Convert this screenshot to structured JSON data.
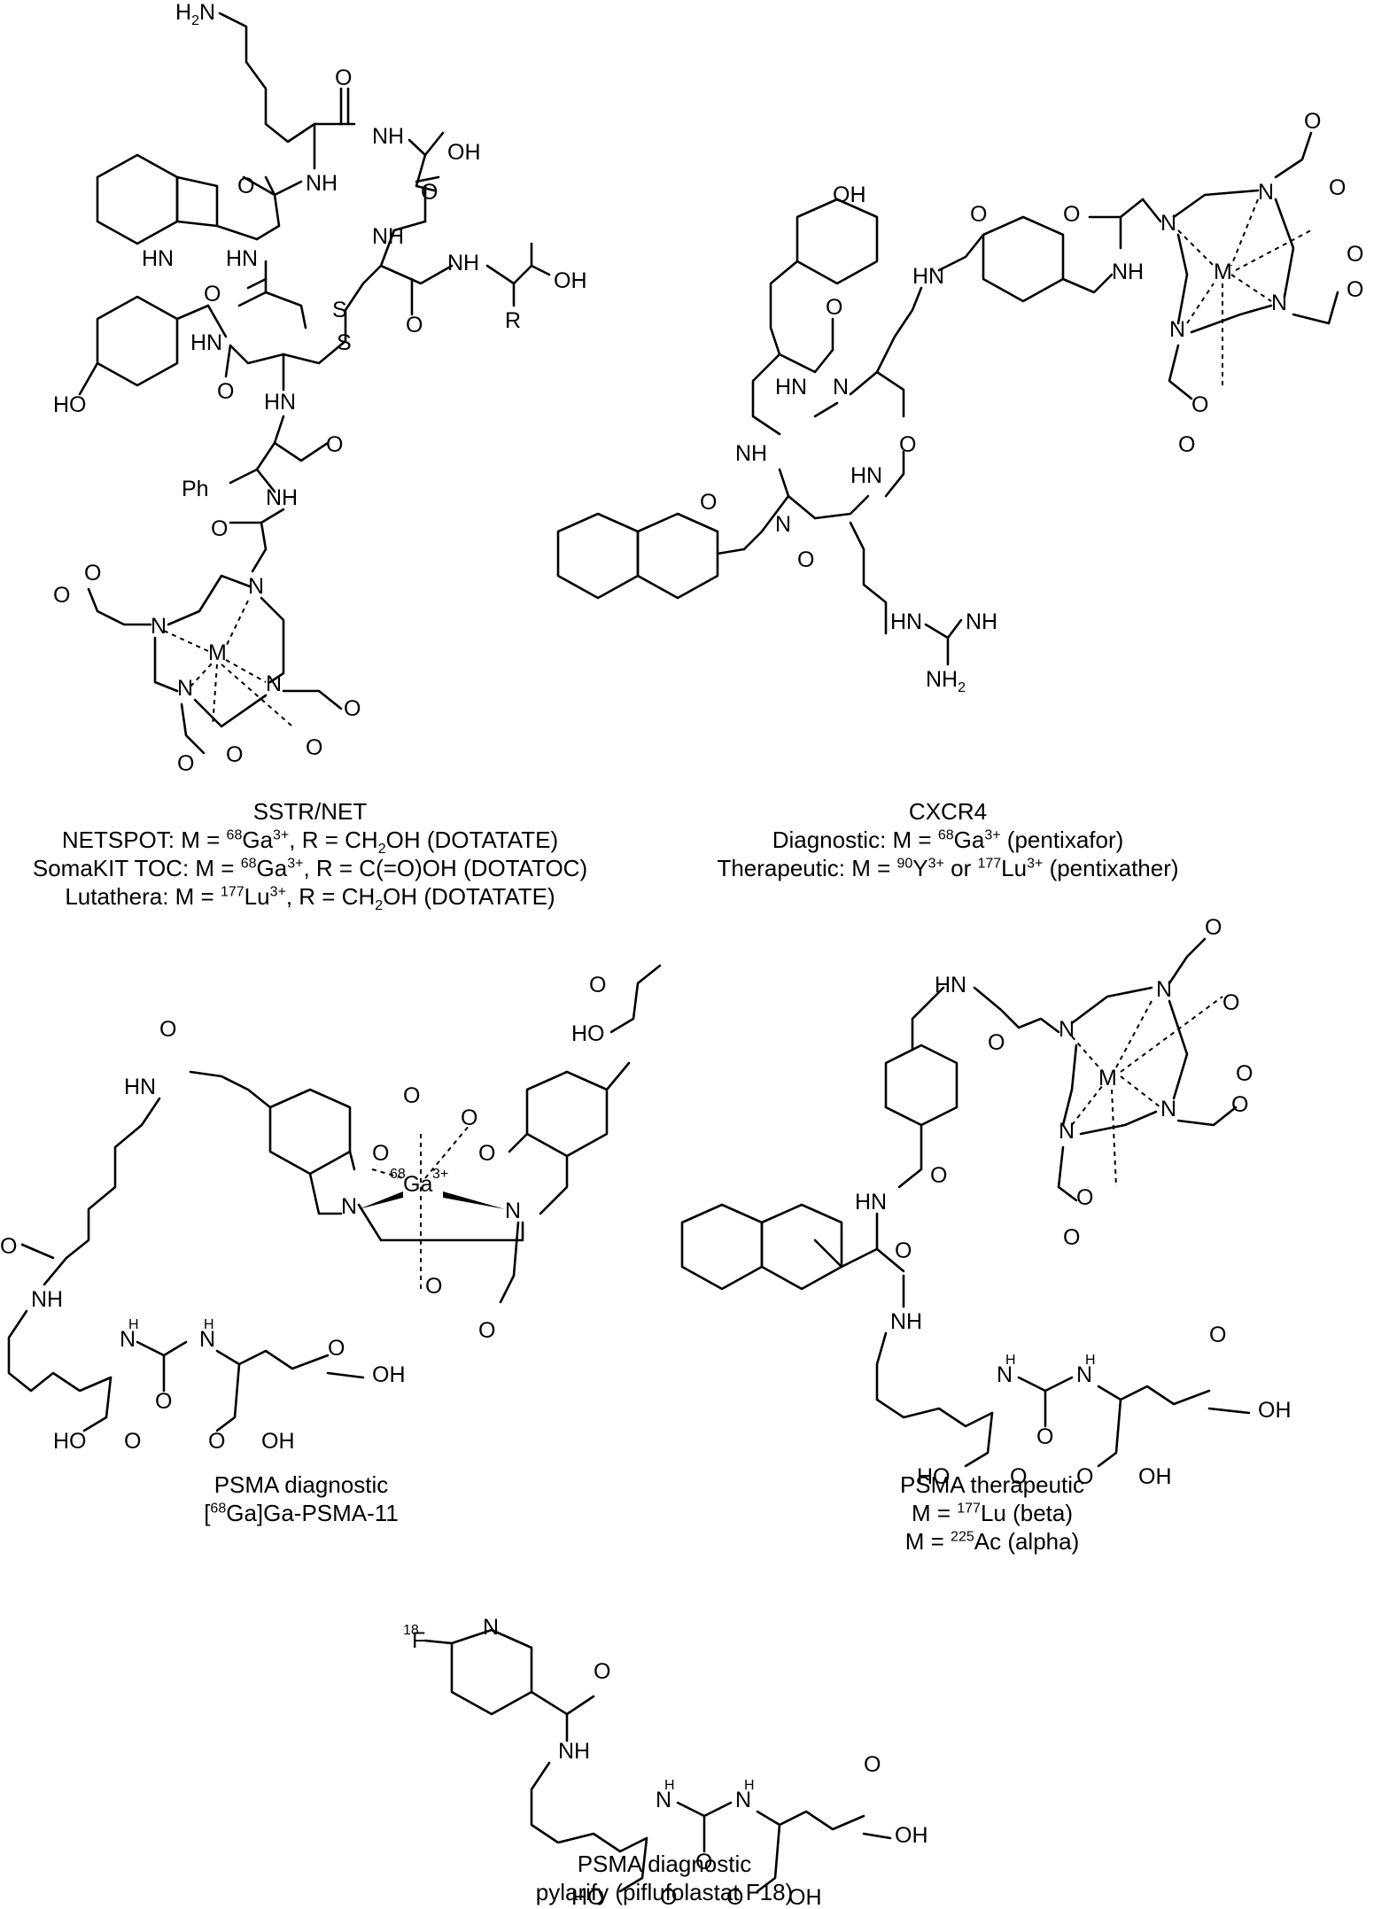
{
  "panels": {
    "sstr": {
      "title": "SSTR/NET",
      "lines": [
        {
          "name": "NETSPOT",
          "iso": "68",
          "metal": "Ga",
          "charge": "3+",
          "rest": ", R = CH",
          "sub": "2",
          "tail": "OH (DOTATATE)"
        },
        {
          "name": "SomaKIT TOC",
          "iso": "68",
          "metal": "Ga",
          "charge": "3+",
          "rest": ", R = C(=O)OH (DOTATOC)"
        },
        {
          "name": "Lutathera",
          "iso": "177",
          "metal": "Lu",
          "charge": "3+",
          "rest": ", R = CH",
          "sub": "2",
          "tail": "OH (DOTATATE)"
        }
      ],
      "atom_labels": [
        "H2N",
        "O",
        "NH",
        "OH",
        "O",
        "NH",
        "N",
        "H",
        "HN",
        "O",
        "NH",
        "OH",
        "O",
        "HN",
        "S",
        "S",
        "R",
        "O",
        "HN",
        "HO",
        "HN",
        "O",
        "O",
        "Ph",
        "NH",
        "O",
        "N",
        "N",
        "M",
        "N",
        "N",
        "O",
        "O",
        "O",
        "O"
      ]
    },
    "cxcr4": {
      "title": "CXCR4",
      "line1": {
        "label": "Diagnostic: M = ",
        "iso": "68",
        "metal": "Ga",
        "charge": "3+",
        "tail": " (pentixafor)"
      },
      "line2": {
        "label": "Therapeutic: M = ",
        "iso1": "90",
        "metal1": "Y",
        "charge1": "3+",
        "or": " or ",
        "iso2": "177",
        "metal2": "Lu",
        "charge2": "3+",
        "tail": " (pentixather)"
      },
      "atom_labels": [
        "OH",
        "O",
        "HN",
        "O",
        "O",
        "NH",
        "N",
        "NH",
        "HN",
        "O",
        "N",
        "O",
        "O",
        "NH",
        "HN",
        "NH",
        "NH2",
        "N",
        "N",
        "M",
        "N",
        "N",
        "O",
        "O",
        "O",
        "O",
        "O",
        "O"
      ]
    },
    "psma_dx": {
      "title": "PSMA diagnostic",
      "subtitle_pre": "[",
      "iso": "68",
      "subtitle_post": "Ga]Ga-PSMA-11",
      "atom_labels": [
        "HO",
        "O",
        "O",
        "HN",
        "O",
        "O",
        "O",
        "68Ga3+",
        "O",
        "N",
        "N",
        "O",
        "O",
        "O",
        "NH",
        "N",
        "H",
        "H",
        "N",
        "O",
        "OH",
        "HO",
        "O",
        "O",
        "OH"
      ]
    },
    "psma_tx": {
      "title": "PSMA therapeutic",
      "line1": {
        "prefix": "M = ",
        "iso": "177",
        "metal": "Lu",
        "tail": " (beta)"
      },
      "line2": {
        "prefix": "M = ",
        "iso": "225",
        "metal": "Ac",
        "tail": " (alpha)"
      },
      "atom_labels": [
        "HN",
        "O",
        "N",
        "N",
        "M",
        "N",
        "N",
        "O",
        "O",
        "O",
        "O",
        "O",
        "O",
        "HN",
        "O",
        "O",
        "NH",
        "N",
        "H",
        "H",
        "N",
        "O",
        "OH",
        "HO",
        "O",
        "O",
        "OH"
      ]
    },
    "pylarify": {
      "title": "PSMA diagnostic",
      "subtitle": "pylarify (piflufolastat F18)",
      "atom_labels": [
        "18F",
        "N",
        "O",
        "NH",
        "N",
        "H",
        "H",
        "N",
        "O",
        "OH",
        "HO",
        "O",
        "O",
        "OH",
        "O"
      ]
    }
  }
}
